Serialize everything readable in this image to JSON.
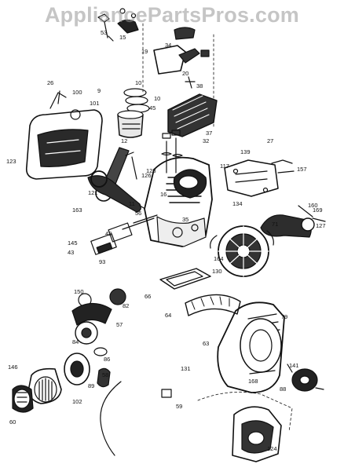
{
  "watermark": "AppliancePartsPros.com",
  "colors": {
    "ink": "#111111",
    "paper": "#ffffff",
    "watermark": "#9a9a9a"
  },
  "callouts": {
    "c1": "53",
    "c2": "15",
    "c3": "19",
    "c4": "34",
    "c5": "20",
    "c6": "38",
    "c7": "26",
    "c8": "100",
    "c9": "9",
    "c10": "10",
    "c11": "101",
    "c12": "10",
    "c13": "45",
    "c14": "123",
    "c15": "12",
    "c16": "37",
    "c17": "126",
    "c18": "32",
    "c19": "27",
    "c20": "139",
    "c21": "117",
    "c22": "16",
    "c23": "121",
    "c24": "163",
    "c25": "128",
    "c26": "11",
    "c27": "56",
    "c28": "42",
    "c29": "164",
    "c30": "35",
    "c31": "134",
    "c32": "169",
    "c33": "93",
    "c34": "43",
    "c35": "145",
    "c36": "71",
    "c37": "127",
    "c38": "79",
    "c39": "64",
    "c40": "63",
    "c41": "130",
    "c42": "66",
    "c43": "150",
    "c44": "82",
    "c45": "57",
    "c46": "84",
    "c47": "89",
    "c48": "86",
    "c49": "58",
    "c50": "124",
    "c51": "146",
    "c52": "102",
    "c53": "160",
    "c54": "157",
    "c55": "141",
    "c56": "88",
    "c57": "131",
    "c58": "168",
    "c59": "59",
    "c60": "60"
  }
}
